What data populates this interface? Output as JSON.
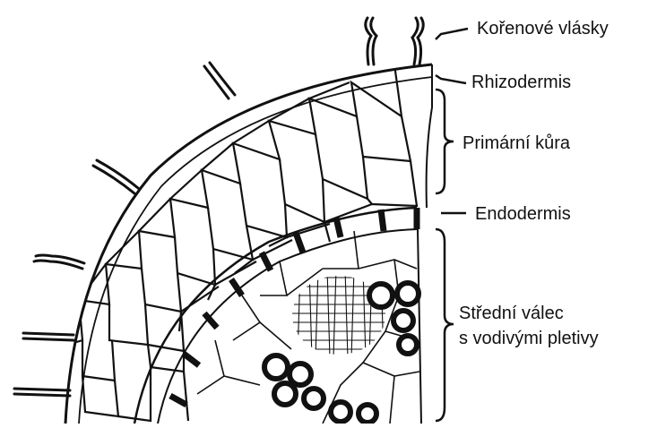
{
  "labels": {
    "root_hairs": "Kořenové vlásky",
    "rhizodermis": "Rhizodermis",
    "primary_cortex": "Primární kůra",
    "endodermis": "Endodermis",
    "central_cylinder_line1": "Střední válec",
    "central_cylinder_line2": "s vodivými pletivy"
  },
  "colors": {
    "ink": "#111111",
    "background": "#ffffff"
  }
}
